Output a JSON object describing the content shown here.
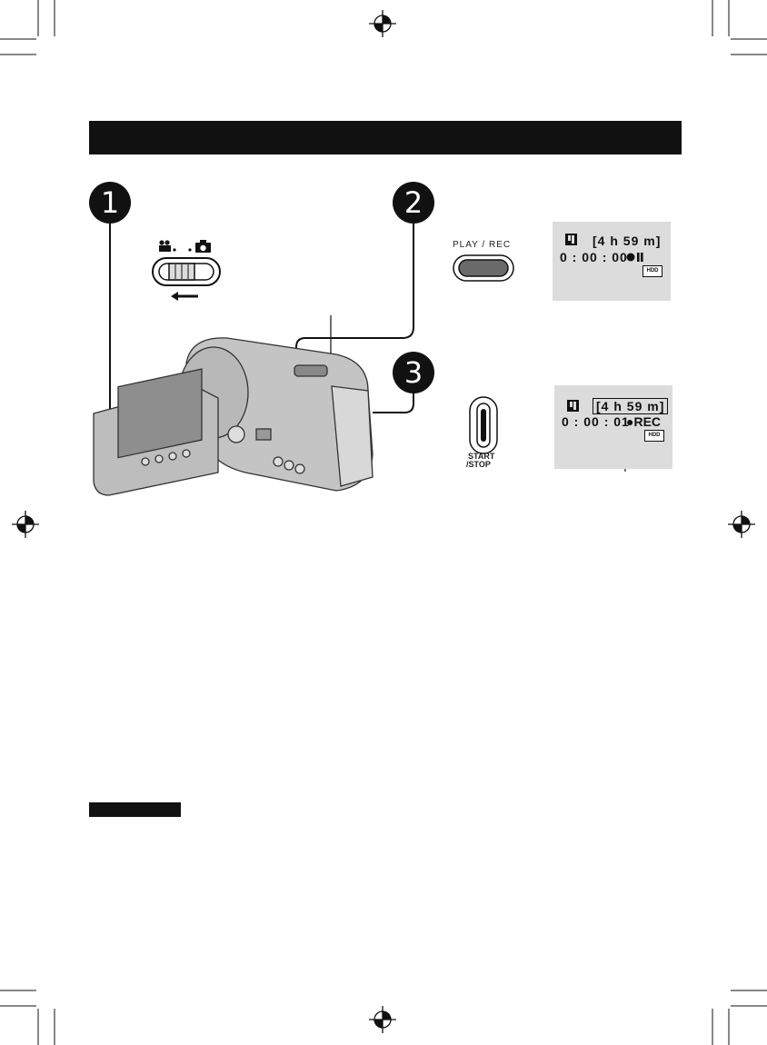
{
  "header": {
    "title": ""
  },
  "steps": {
    "step1": "1",
    "step2": "2",
    "step3": "3"
  },
  "play_rec": {
    "label": "PLAY / REC"
  },
  "start_stop": {
    "line1": "START",
    "line2": "/STOP"
  },
  "lcd_standby": {
    "remaining": "[4 h 59 m]",
    "timecode": "0 : 00 : 00",
    "status_icon": "record-pause-icon",
    "media": "HDD"
  },
  "lcd_recording": {
    "remaining": "[4 h 59 m]",
    "timecode": "0 : 00 : 01",
    "status": "●REC",
    "media": "HDD"
  },
  "mode_switch": {
    "left_icon": "video-camera-icon",
    "right_icon": "still-camera-icon",
    "direction_icon": "arrow-left-icon"
  },
  "colors": {
    "header_bar": "#111111",
    "lcd_background": "#dcdcdc",
    "camera_body": "#bdbdbd"
  }
}
